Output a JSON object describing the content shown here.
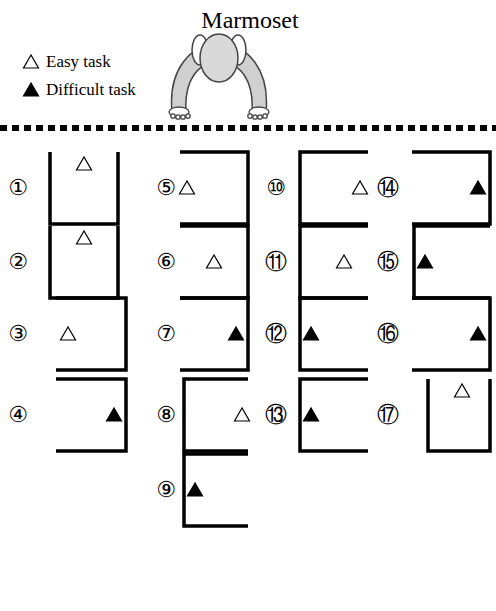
{
  "diagram": {
    "title": "Marmoset",
    "labels": [
      "①",
      "②",
      "③",
      "④",
      "⑤",
      "⑥",
      "⑦",
      "⑧",
      "⑨",
      "⑩",
      "⑪",
      "⑫",
      "⑬",
      "⑭",
      "⑮",
      "⑯",
      "⑰"
    ],
    "legend": [
      {
        "text": "Easy task"
      },
      {
        "text": "Difficult task"
      }
    ]
  }
}
